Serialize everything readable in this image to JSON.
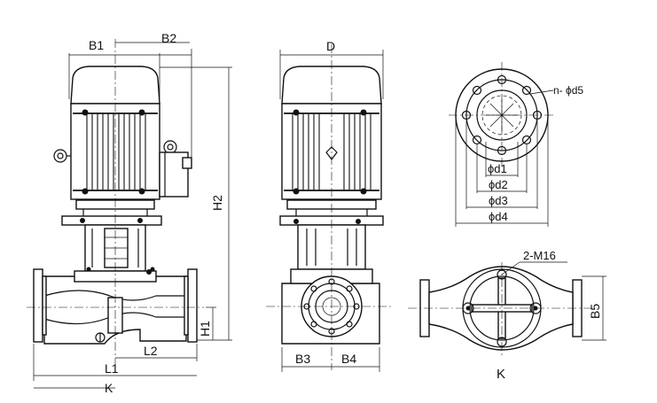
{
  "colors": {
    "line": "#111111",
    "background": "#ffffff"
  },
  "dimensions": {
    "b1": "B1",
    "b2": "B2",
    "h2": "H2",
    "h1": "H1",
    "l2": "L2",
    "l1": "L1",
    "k_left": "K",
    "d": "D",
    "b3": "B3",
    "b4": "B4",
    "n_d5": "n- ϕd5",
    "d1": "ϕd1",
    "d2": "ϕd2",
    "d3": "ϕd3",
    "d4": "ϕd4",
    "m16": "2-M16",
    "b5": "B5",
    "k_bottom": "K"
  }
}
